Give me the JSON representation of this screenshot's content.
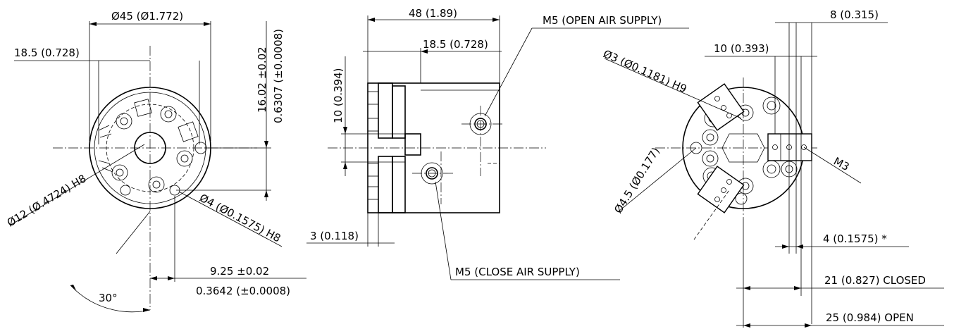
{
  "left_view": {
    "dia_outer": "Ø45 (Ø1.772)",
    "offset_185": "18.5 (0.728)",
    "height_1602": "16.02 ±0.02",
    "height_1602_in": "0.6307 (±0.0008)",
    "bore_12": "Ø12 (Ø.4724) H8",
    "hole_4": "Ø4 (Ø0.1575) H8",
    "dim_925": "9.25 ±0.02",
    "dim_925_in": "0.3642 (±0.0008)",
    "angle": "30°"
  },
  "middle_view": {
    "width_48": "48 (1.89)",
    "width_185": "18.5 (0.728)",
    "height_10": "10 (0.394)",
    "flange_3": "3 (0.118)",
    "port_open": "M5 (OPEN AIR SUPPLY)",
    "port_close": "M5 (CLOSE AIR SUPPLY)"
  },
  "right_view": {
    "dim_8": "8 (0.315)",
    "dim_10": "10 (0.393)",
    "pin_3": "Ø3 (Ø0.1181) H9",
    "hole_45": "Ø4.5 (Ø0.177)",
    "thread_m3": "M3",
    "dim_4": "4 (0.1575) *",
    "closed_21": "21 (0.827) CLOSED",
    "open_25": "25 (0.984) OPEN"
  }
}
